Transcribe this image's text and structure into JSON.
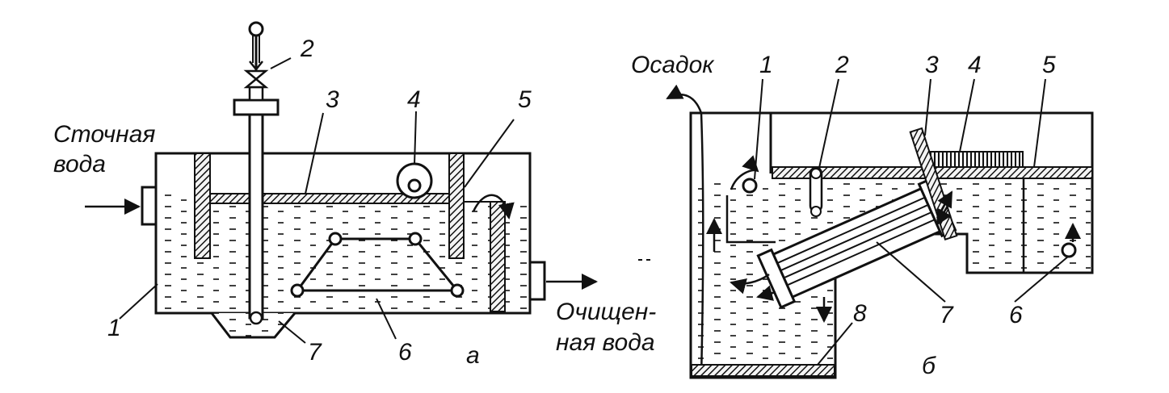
{
  "diagram_a": {
    "inlet_label_line1": "Сточная",
    "inlet_label_line2": "вода",
    "outlet_label_line1": "Очищен-",
    "outlet_label_line2": "ная вода",
    "numbers": [
      "1",
      "2",
      "3",
      "4",
      "5",
      "6",
      "7"
    ],
    "caption": "а"
  },
  "diagram_b": {
    "sludge_label": "Осадок",
    "numbers": [
      "1",
      "2",
      "3",
      "4",
      "5",
      "6",
      "7",
      "8"
    ],
    "caption": "б"
  }
}
